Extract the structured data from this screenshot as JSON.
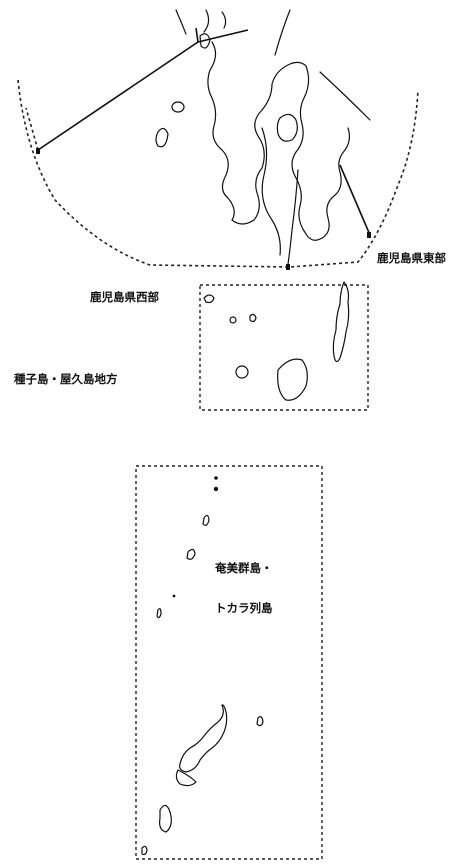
{
  "map": {
    "regions": {
      "kagoshima_east": "鹿児島県東部",
      "kagoshima_west": "鹿児島県西部",
      "tanegashima_yakushima": "種子島・屋久島地方",
      "amami_tokara_line1": "奄美群島・",
      "amami_tokara_line2": "トカラ列島"
    },
    "colors": {
      "ink": "#111111",
      "background": "#ffffff"
    }
  }
}
